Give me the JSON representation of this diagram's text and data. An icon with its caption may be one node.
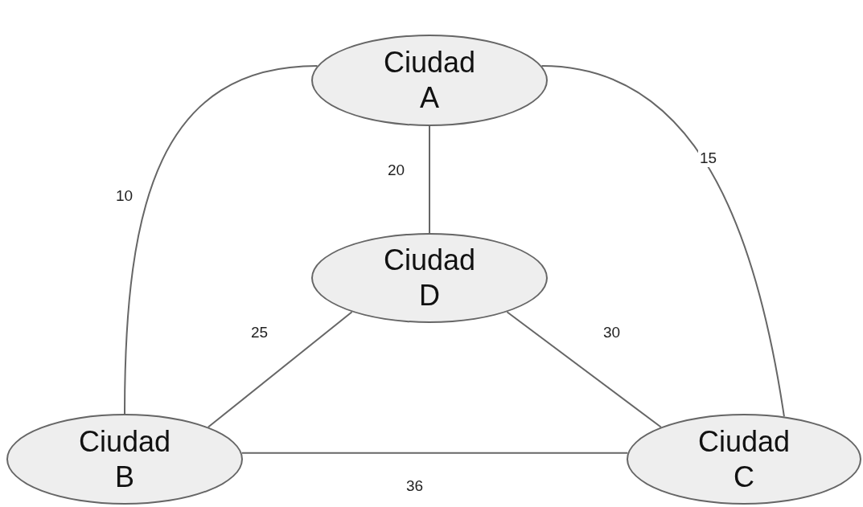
{
  "diagram": {
    "nodes": [
      {
        "text": [
          "Ciudad A"
        ]
      },
      {
        "text": [
          "Ciudad D"
        ]
      },
      {
        "text": [
          "Ciudad B"
        ]
      },
      {
        "text": [
          "Ciudad C"
        ]
      }
    ],
    "edges": [
      {
        "from": 0,
        "to": 2,
        "arrow": "none",
        "label": "10"
      },
      {
        "from": 0,
        "to": 3,
        "arrow": "none",
        "label": "15"
      },
      {
        "from": 0,
        "to": 1,
        "arrow": "none",
        "label": "20"
      },
      {
        "from": 1,
        "to": 2,
        "arrow": "none",
        "label": "25"
      },
      {
        "from": 1,
        "to": 3,
        "arrow": "none",
        "label": "30"
      },
      {
        "from": 2,
        "to": 3,
        "arrow": "none",
        "label": "36"
      }
    ]
  }
}
